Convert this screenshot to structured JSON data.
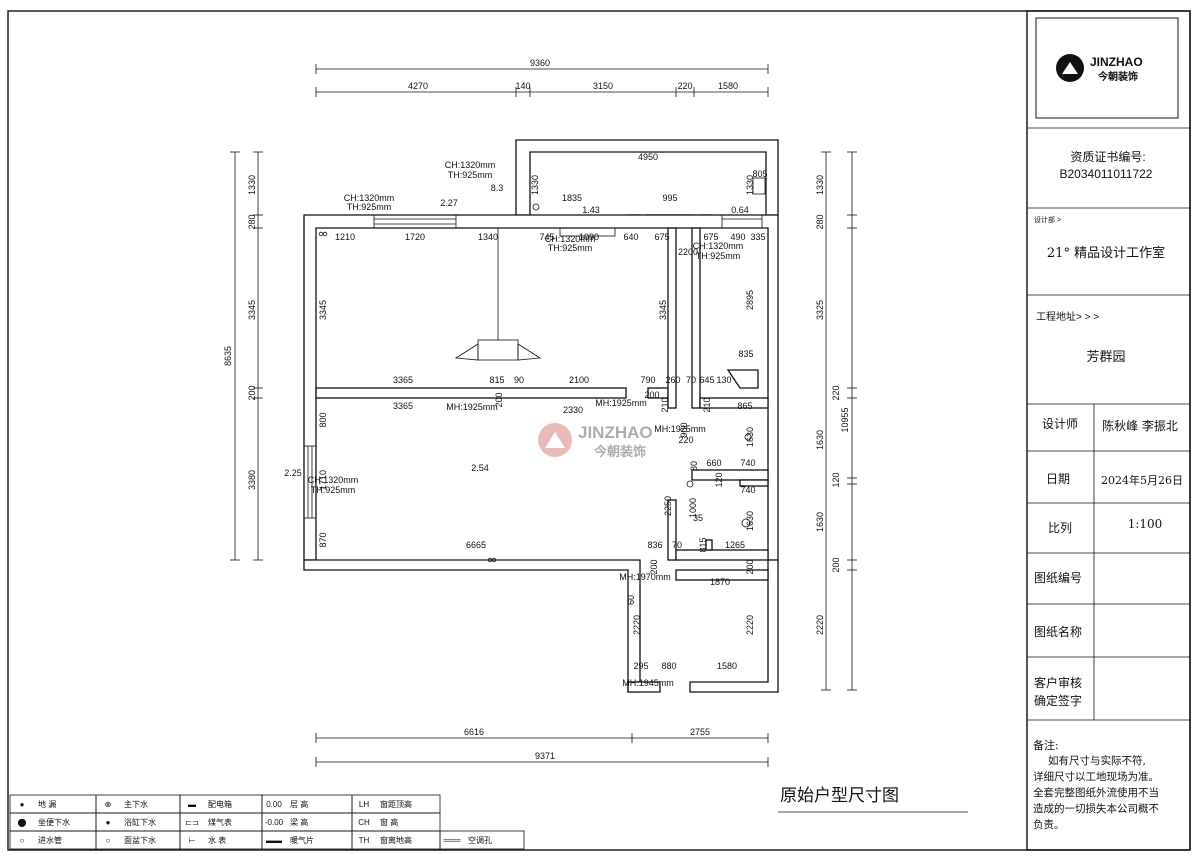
{
  "title_block": {
    "logo_en": "JINZHAO",
    "logo_cn": "今朝装饰",
    "cert_label": "资质证书编号:",
    "cert_number": "B2034011011722",
    "designer_dept_label": "设计部 >",
    "studio": "21° 精品设计工作室",
    "address_label": "工程地址> > >",
    "address": "芳群园",
    "designer_label": "设计师",
    "designer": "陈秋峰  李振北",
    "date_label": "日期",
    "date": "2024年5月26日",
    "scale_label": "比列",
    "scale": "1:100",
    "drawing_no_label": "图纸编号",
    "drawing_name_label": "图纸名称",
    "client_label_1": "客户审核",
    "client_label_2": "确定签字",
    "notes_title": "备注:",
    "notes_lines": [
      "如有尺寸与实际不符,",
      "详细尺寸以工地现场为准。",
      "全套完整图纸外流使用不当",
      "造成的一切损失本公司概不",
      "负责。"
    ]
  },
  "drawing_title": "原始户型尺寸图",
  "watermark": {
    "en": "JINZHAO",
    "cn": "今朝装饰"
  },
  "legend": [
    {
      "symbol": "●",
      "label": "地  漏"
    },
    {
      "symbol": "⊗",
      "label": "主下水"
    },
    {
      "symbol": "▬",
      "label": "配电箱"
    },
    {
      "symbol": "0.00",
      "label": "层  高"
    },
    {
      "symbol": "LH",
      "label": "窗距顶高"
    },
    {
      "symbol": "⬤",
      "label": "坐便下水"
    },
    {
      "symbol": "●",
      "label": "浴缸下水"
    },
    {
      "symbol": "⊏⊐",
      "label": "煤气表"
    },
    {
      "symbol": "-0.00",
      "label": "梁  高"
    },
    {
      "symbol": "CH",
      "label": "窗  高"
    },
    {
      "symbol": "○",
      "label": "进水管"
    },
    {
      "symbol": "○",
      "label": "面盆下水"
    },
    {
      "symbol": "⊢",
      "label": "水  表"
    },
    {
      "symbol": "▬▬",
      "label": "暖气片"
    },
    {
      "symbol": "TH",
      "label": "窗离地高"
    },
    {
      "symbol": "═══",
      "label": "空调孔"
    }
  ],
  "dims": {
    "top_total": "9360",
    "top_1": "4270",
    "top_2": "140",
    "top_3": "3150",
    "top_4": "220",
    "top_5": "1580",
    "bottom_total": "9371",
    "bottom_1": "6616",
    "bottom_2": "2755",
    "left_total": "8635",
    "left_1": "1330",
    "left_2": "280",
    "left_3": "3345",
    "left_4": "200",
    "left_5": "3380",
    "right_total": "10955",
    "right_1": "1330",
    "right_2": "280",
    "right_3": "3325",
    "right_4": "220",
    "right_5": "1630",
    "right_6": "120",
    "right_7": "1630",
    "right_8": "200",
    "right_9": "2220",
    "balcony_w": "4950",
    "balcony_h": "1330",
    "balcony_h2": "1330",
    "balcony_seg_1": "1835",
    "balcony_seg_2": "995",
    "balcony_seg_3": "805",
    "balcony_area": "1.43",
    "balcony_win": "0.64",
    "top_win_ch": "CH:1320mm",
    "top_win_th": "TH:925mm",
    "top_win_val": "8.3",
    "lr_win_ch": "CH:1320mm",
    "lr_win_th": "TH:925mm",
    "lr_win_val": "2.27",
    "inner_1": "1210",
    "inner_2": "1720",
    "inner_3": "1340",
    "inner_4": "745",
    "inner_5": "1090",
    "inner_6": "640",
    "inner_7": "675",
    "inner_8": "675",
    "inner_9": "490",
    "inner_10": "335",
    "mid_win_ch": "CH:1320mm",
    "mid_win_th": "TH:925mm",
    "r_win_ch": "CH:1320mm",
    "r_win_th": "TH:925mm",
    "room1_h": "3345",
    "room2_h": "3345",
    "kit_h": "2895",
    "v_2200": "2200",
    "kit_835": "835",
    "mid_3365a": "3365",
    "mid_815": "815",
    "mid_90": "90",
    "mid_2100": "2100",
    "mid_790": "790",
    "mid_260": "260",
    "mid_70": "70",
    "mid_645": "645",
    "mid_130": "130",
    "mid_3365b": "3365",
    "mid_200a": "200",
    "mid_2330": "2330",
    "mid_200b": "200",
    "mid_210a": "210",
    "mid_210b": "210",
    "mid_865": "865",
    "door_1": "MH:1925mm",
    "door_2": "MH:1925mm",
    "door_3": "MH:1925mm",
    "lv_800": "800",
    "lv_1710": "1710",
    "lv_870": "870",
    "lv_win_val": "2.25",
    "lv_win_ch": "CH:1320mm",
    "lv_win_th": "TH:925mm",
    "lv_6665": "6665",
    "lv_836": "836",
    "lv_70": "70",
    "lv_1265": "1265",
    "lv_area": "2.54",
    "bath_220": "220",
    "bath_80": "80",
    "bath_660": "660",
    "bath_740a": "740",
    "bath_120": "120",
    "bath_740b": "740",
    "bath_2250": "2250",
    "bath_1000": "1000",
    "bath_35": "35",
    "bath_815": "815",
    "bath_1630a": "1630",
    "bath_1630b": "1630",
    "bath_900": "900",
    "br_200a": "200",
    "br_200b": "200",
    "br_1870": "1870",
    "br_60": "60",
    "br_2220a": "2220",
    "br_2220b": "2220",
    "br_295": "295",
    "br_880": "880",
    "br_1580": "1580",
    "door_4": "MH:1970mm",
    "door_5": "MH:1945mm"
  }
}
